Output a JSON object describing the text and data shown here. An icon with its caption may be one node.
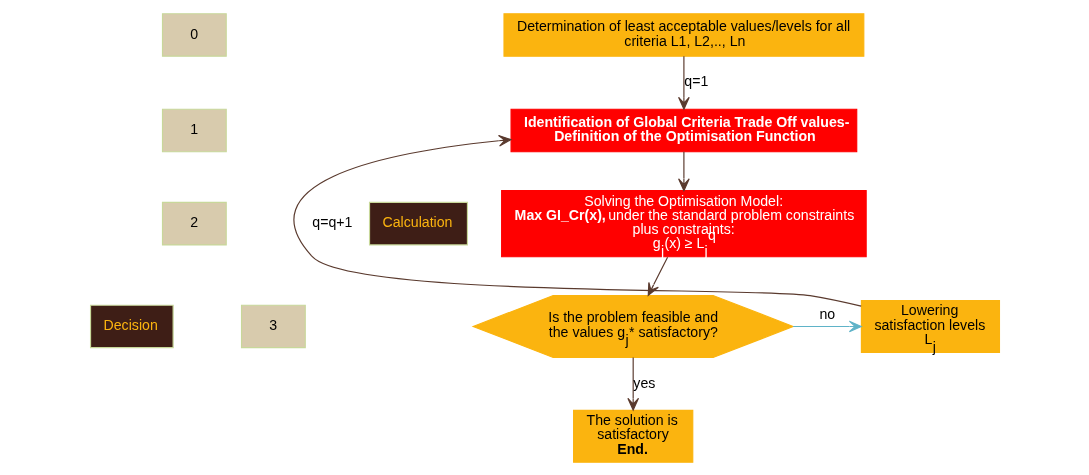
{
  "diagram": {
    "nodes": [
      {
        "text": [
          "Determination of least acceptable values/levels for all criteria L1, L2,.., Ln"
        ]
      },
      {
        "text": [
          "Identification of Global Criteria Trade Off values- Definition of the Optimisation Function"
        ]
      },
      {
        "text": [
          "Solving the Optimisation Model:",
          "**Max GI_Cr(x),** under the standard problem constraints plus constraints:",
          "g$_{j}$(x) ≥ L$_{j}$$^{q}$"
        ]
      },
      {
        "text": [
          "Is the problem feasible and the values g$_{j}$* satisfactory?"
        ]
      },
      {
        "text": [
          "Lowering satisfaction levels L$_{j}$"
        ]
      },
      {
        "text": [
          "The solution is satisfactory",
          "End."
        ]
      },
      {
        "text": [
          "0"
        ]
      },
      {
        "text": [
          "1"
        ]
      },
      {
        "text": [
          "Calculation"
        ]
      },
      {
        "text": [
          "2"
        ]
      },
      {
        "text": [
          "Decision"
        ]
      },
      {
        "text": [
          "3"
        ]
      }
    ],
    "edges": [
      {
        "from": 0,
        "to": 1,
        "arrow": "to",
        "label": "q=1"
      },
      {
        "from": 4,
        "to": 1,
        "arrow": "to",
        "label": "q=q+1"
      },
      {
        "from": 1,
        "to": 2,
        "arrow": "to"
      },
      {
        "from": 2,
        "to": 3,
        "arrow": "to"
      },
      {
        "from": 3,
        "to": 4,
        "arrow": "to",
        "label": "no",
        "color": "#5fb3c8"
      },
      {
        "from": 3,
        "to": 5,
        "arrow": "to",
        "label": "yes"
      }
    ]
  }
}
